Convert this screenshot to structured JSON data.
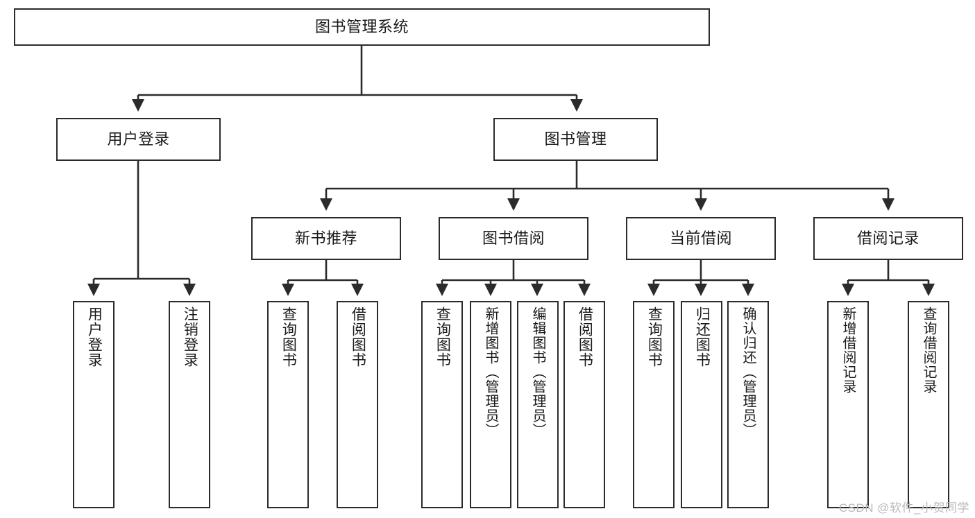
{
  "diagram": {
    "title": "图书管理系统",
    "type": "tree",
    "watermark": "CSDN @软件_小贺同学",
    "colors": {
      "box_border": "#2b2b2b",
      "box_fill": "#ffffff",
      "edge": "#2b2b2b",
      "text": "#1a1a1a",
      "watermark": "#b9b9b9"
    }
  },
  "nodes": {
    "root": {
      "label": "图书管理系统"
    },
    "level2": [
      {
        "id": "user-login",
        "label": "用户登录"
      },
      {
        "id": "book-manage",
        "label": "图书管理"
      }
    ],
    "level3": [
      {
        "id": "new-book-recommend",
        "label": "新书推荐"
      },
      {
        "id": "book-borrow",
        "label": "图书借阅"
      },
      {
        "id": "current-borrow",
        "label": "当前借阅"
      },
      {
        "id": "borrow-record",
        "label": "借阅记录"
      }
    ],
    "leaves": {
      "user_login": [
        {
          "id": "leaf-user-login",
          "label": "用户登录"
        },
        {
          "id": "leaf-logout-login",
          "label": "注销登录"
        }
      ],
      "new_book_recommend": [
        {
          "id": "leaf-query-book-1",
          "label": "查询图书"
        },
        {
          "id": "leaf-borrow-book-1",
          "label": "借阅图书"
        }
      ],
      "book_borrow": [
        {
          "id": "leaf-query-book-2",
          "label": "查询图书"
        },
        {
          "id": "leaf-add-book",
          "label": "新增图书（管理员）"
        },
        {
          "id": "leaf-edit-book",
          "label": "编辑图书（管理员）"
        },
        {
          "id": "leaf-borrow-book-2",
          "label": "借阅图书"
        }
      ],
      "current_borrow": [
        {
          "id": "leaf-query-book-3",
          "label": "查询图书"
        },
        {
          "id": "leaf-return-book",
          "label": "归还图书"
        },
        {
          "id": "leaf-confirm-return",
          "label": "确认归还（管理员）"
        }
      ],
      "borrow_record": [
        {
          "id": "leaf-add-borrow-record",
          "label": "新增借阅记录"
        },
        {
          "id": "leaf-query-borrow-record",
          "label": "查询借阅记录"
        }
      ]
    }
  }
}
